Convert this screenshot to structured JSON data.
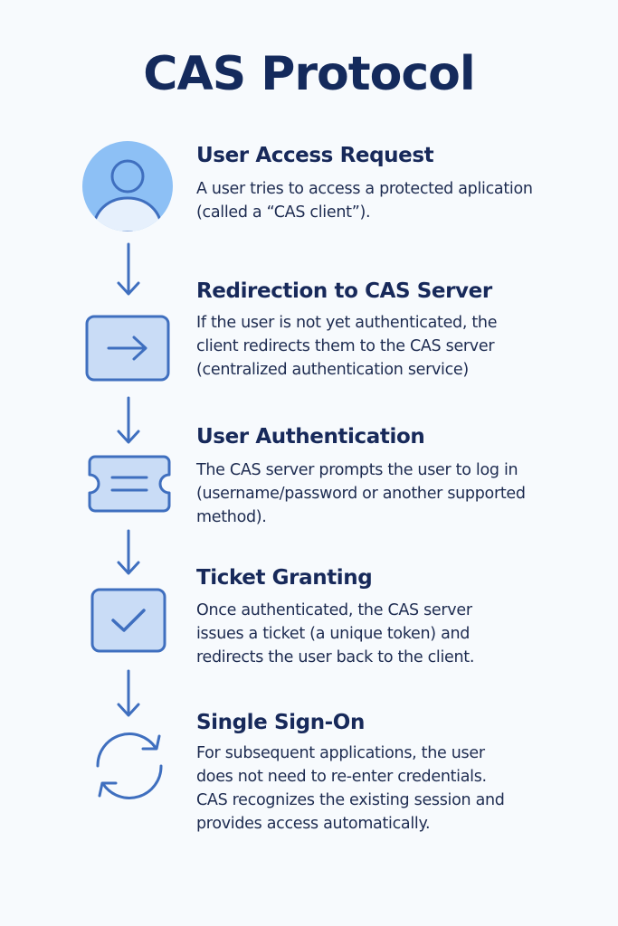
{
  "title": "CAS Protocol",
  "steps": [
    {
      "icon": "user-icon",
      "title": "User Access Request",
      "lines": [
        "A user tries to access a protected aplication",
        "(called a “CAS client”)."
      ]
    },
    {
      "icon": "arrow-right-box-icon",
      "title": "Redirection to CAS Server",
      "lines": [
        "If the user is not yet authenticated, the",
        "client redirects them to the CAS server",
        "(centralized authentication service)"
      ]
    },
    {
      "icon": "ticket-icon",
      "title": "User Authentication",
      "lines": [
        "The CAS server prompts the user to log in",
        "(username/password or another supported",
        "method)."
      ]
    },
    {
      "icon": "checkmark-box-icon",
      "title": "Ticket Granting",
      "lines": [
        "Once authenticated, the CAS server",
        "issues a ticket (a unique token) and",
        "redirects the user back to the client."
      ]
    },
    {
      "icon": "refresh-cycle-icon",
      "title": "Single Sign-On",
      "lines": [
        "For subsequent applications,  the user",
        "does not need to re-enter credentials.",
        "CAS recognizes the existing session and",
        "provides access automatically."
      ]
    }
  ],
  "colors": {
    "stroke": "#3f6fbf",
    "fill": "#c9dcf6",
    "avatar_bg": "#8dc0f5",
    "title": "#142a5c"
  }
}
